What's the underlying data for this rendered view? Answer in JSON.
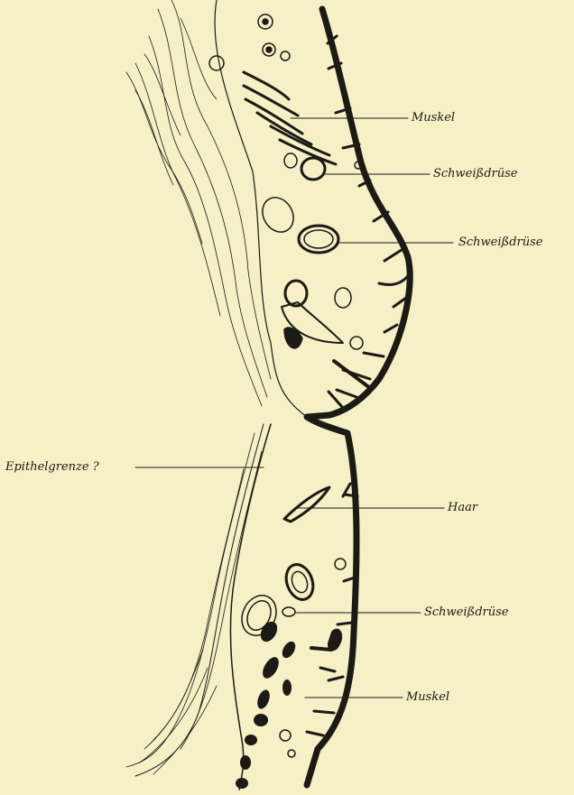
{
  "labels": {
    "muskel_top": "Muskel",
    "schweiss_1": "Schweißdrüse",
    "schweiss_2": "Schweißdrüse",
    "epithelgrenze": "Epithelgrenze ?",
    "haar": "Haar",
    "schweiss_3": "Schweißdrüse",
    "muskel_bottom": "Muskel"
  },
  "colors": {
    "background": "#f5f0c6",
    "ink": "#1b1a14"
  }
}
